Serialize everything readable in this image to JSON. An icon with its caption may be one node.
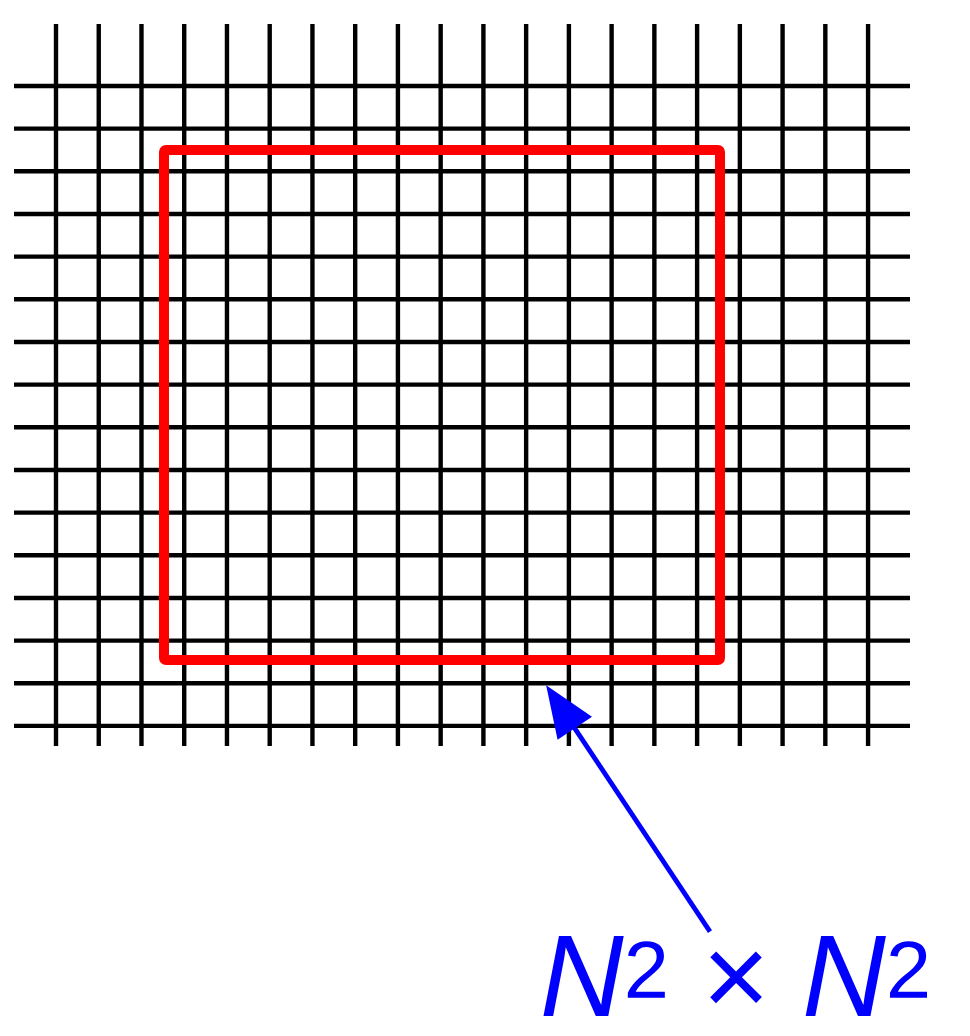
{
  "diagram": {
    "nodes": [
      {
        "text": [],
        "shape": "box"
      },
      {
        "text": [
          "*N*$^{2}$ × *N*$^{2}$"
        ]
      }
    ],
    "edges": [
      {
        "from": 1,
        "to": 0,
        "arrow": "to"
      }
    ]
  }
}
